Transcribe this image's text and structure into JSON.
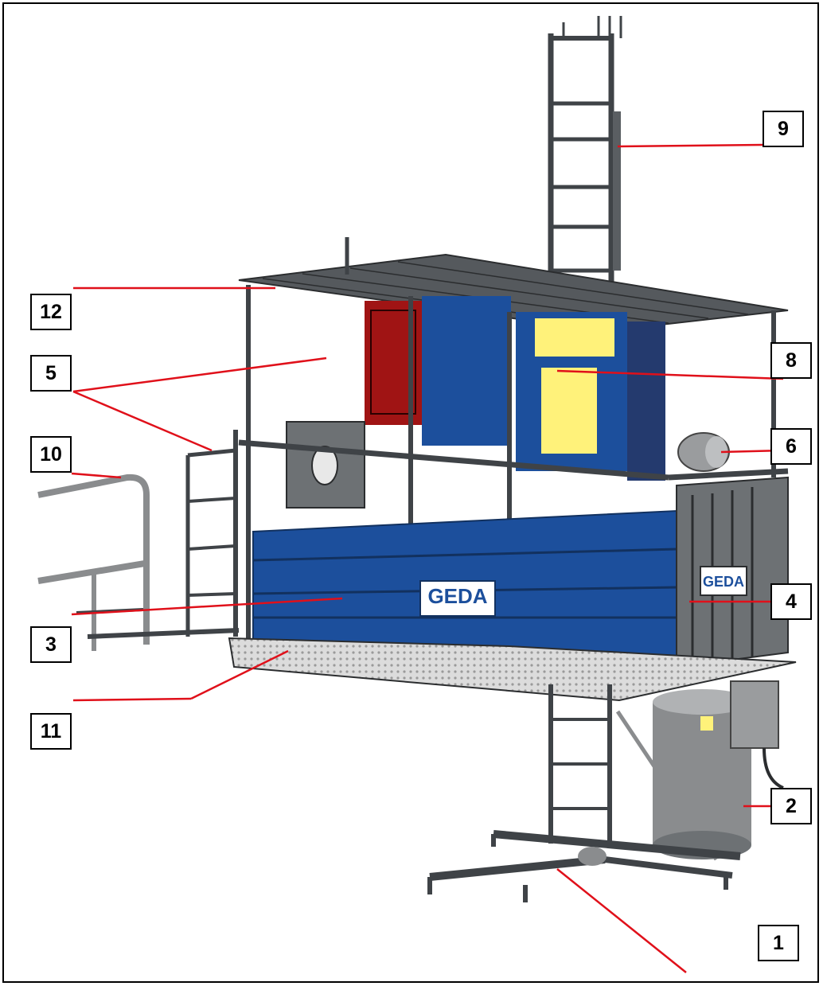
{
  "brand": {
    "logo_text": "GEDA"
  },
  "colors": {
    "panel_blue": "#1c4f9c",
    "frame_grey": "#3f4347",
    "leader_red": "#e0101a",
    "warning_yellow": "#fff27a",
    "motor_red": "#a01414",
    "cylinder_grey": "#8a8c8e"
  },
  "callouts": [
    {
      "id": "c9",
      "label": "9"
    },
    {
      "id": "c12",
      "label": "12"
    },
    {
      "id": "c5",
      "label": "5"
    },
    {
      "id": "c8",
      "label": "8"
    },
    {
      "id": "c6",
      "label": "6"
    },
    {
      "id": "c10",
      "label": "10"
    },
    {
      "id": "c4",
      "label": "4"
    },
    {
      "id": "c3",
      "label": "3"
    },
    {
      "id": "c11",
      "label": "11"
    },
    {
      "id": "c2",
      "label": "2"
    },
    {
      "id": "c1",
      "label": "1"
    }
  ]
}
